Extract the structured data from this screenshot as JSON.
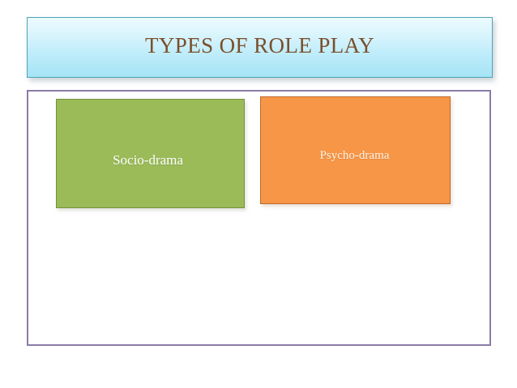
{
  "slide": {
    "title": "TYPES OF ROLE PLAY",
    "title_color": "#7B4F2C",
    "banner_gradient_top": "#EAFBFE",
    "banner_gradient_bottom": "#A5E4F6",
    "banner_border_color": "#4FA3B8",
    "background_color": "#FFFFFF",
    "content_frame_border_color": "#8B7BA8"
  },
  "boxes": [
    {
      "label": "Socio-drama",
      "fill_color": "#9BBB59",
      "border_color": "#76923C",
      "text_color": "#FFFFFF"
    },
    {
      "label": "Psycho-drama",
      "fill_color": "#F79646",
      "border_color": "#BF6A2C",
      "text_color": "#FDF4E8"
    }
  ]
}
